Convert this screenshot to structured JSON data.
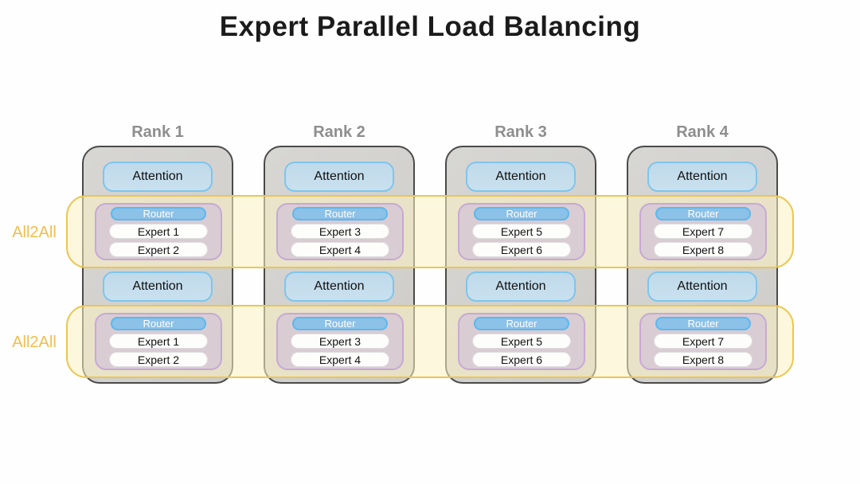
{
  "title": "Expert Parallel Load Balancing",
  "labels": {
    "attention": "Attention",
    "router": "Router"
  },
  "bands": [
    {
      "label": "All2All"
    },
    {
      "label": "All2All"
    }
  ],
  "ranks": [
    {
      "label": "Rank 1",
      "experts": [
        "Expert 1",
        "Expert 2"
      ]
    },
    {
      "label": "Rank 2",
      "experts": [
        "Expert 3",
        "Expert 4"
      ]
    },
    {
      "label": "Rank 3",
      "experts": [
        "Expert 5",
        "Expert 6"
      ]
    },
    {
      "label": "Rank 4",
      "experts": [
        "Expert 7",
        "Expert 8"
      ]
    }
  ],
  "colors": {
    "title_text": "#1b1b1b",
    "rank_label_text": "#8e8e8e",
    "column_fill": "#d2d1ce",
    "column_border": "#4a4a4a",
    "attention_fill": "#c4dcec",
    "attention_border": "#7fc5ec",
    "moe_fill": "#d9ccd3",
    "moe_border": "#c7a9d4",
    "router_fill": "#8cc1e8",
    "router_border": "#5cb8ec",
    "router_text": "#ffffff",
    "expert_fill": "#fdfdfc",
    "expert_border": "#dedcde",
    "band_fill": "rgba(251,241,195,0.55)",
    "band_border": "#ecc64d",
    "all2all_text": "#f3bd4c"
  }
}
